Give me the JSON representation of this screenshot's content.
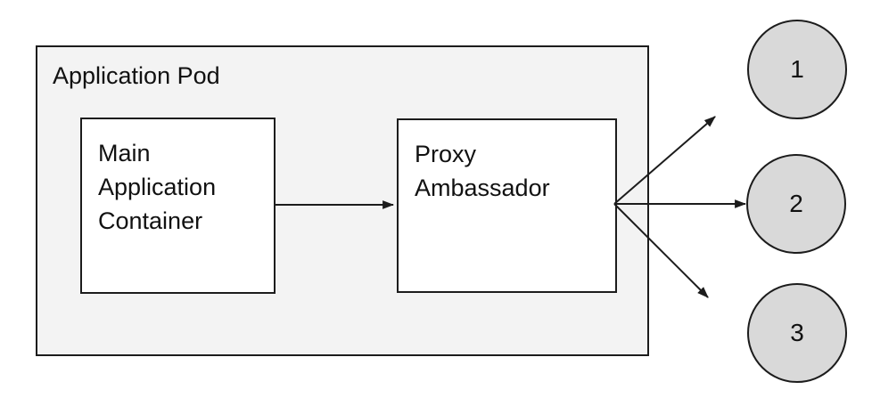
{
  "diagram": {
    "pod": {
      "label": "Application Pod"
    },
    "nodes": [
      {
        "id": "main-application-container",
        "label": "Main Application Container"
      },
      {
        "id": "proxy-ambassador",
        "label": "Proxy Ambassador"
      }
    ],
    "endpoints": [
      {
        "label": "1"
      },
      {
        "label": "2"
      },
      {
        "label": "3"
      }
    ],
    "connections": [
      {
        "from": "Main Application Container",
        "to": "Proxy Ambassador"
      },
      {
        "from": "Proxy Ambassador",
        "to": "1"
      },
      {
        "from": "Proxy Ambassador",
        "to": "2"
      },
      {
        "from": "Proxy Ambassador",
        "to": "3"
      }
    ],
    "colors": {
      "pod_fill": "#f3f3f3",
      "node_fill": "#ffffff",
      "endpoint_fill": "#d9d9d9",
      "border": "#1c1c1c",
      "arrow": "#1c1c1c",
      "text": "#111111"
    }
  }
}
